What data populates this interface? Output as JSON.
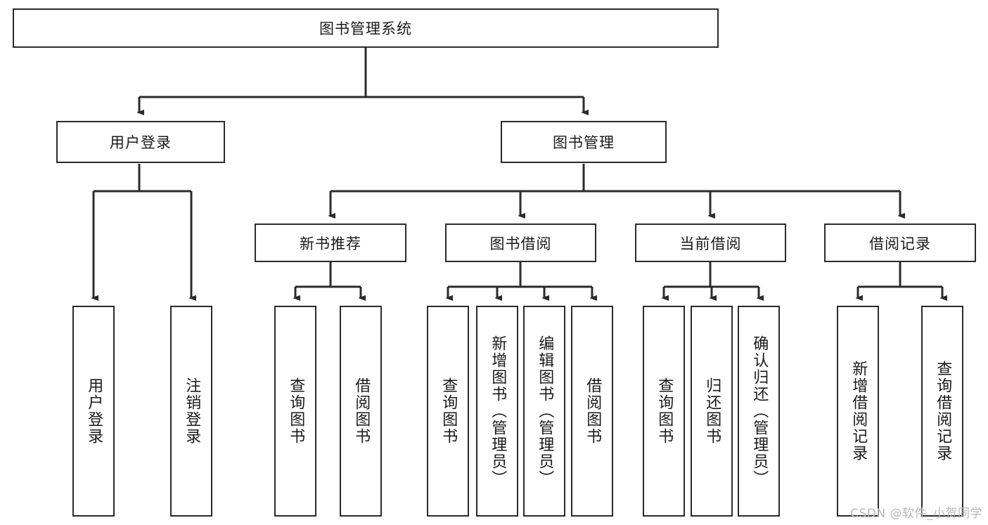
{
  "diagram": {
    "title": "图书管理系统",
    "type": "hierarchy-tree",
    "root": {
      "id": "root",
      "label": "图书管理系统"
    },
    "level2": [
      {
        "id": "user-login",
        "label": "用户登录"
      },
      {
        "id": "book-management",
        "label": "图书管理"
      }
    ],
    "level3": [
      {
        "id": "new-book-recommend",
        "label": "新书推荐",
        "parent": "book-management"
      },
      {
        "id": "book-borrow",
        "label": "图书借阅",
        "parent": "book-management"
      },
      {
        "id": "current-borrow",
        "label": "当前借阅",
        "parent": "book-management"
      },
      {
        "id": "borrow-record",
        "label": "借阅记录",
        "parent": "book-management"
      }
    ],
    "leaves": {
      "user_login": [
        {
          "id": "leaf-user-login",
          "label": "用户登录"
        },
        {
          "id": "leaf-logout",
          "label": "注销登录"
        }
      ],
      "new_book_recommend": [
        {
          "id": "leaf-query-books-1",
          "label": "查询图书"
        },
        {
          "id": "leaf-borrow-books-1",
          "label": "借阅图书"
        }
      ],
      "book_borrow": [
        {
          "id": "leaf-query-books-2",
          "label": "查询图书"
        },
        {
          "id": "leaf-add-book",
          "label": "新增图书（管理员）"
        },
        {
          "id": "leaf-edit-book",
          "label": "编辑图书（管理员）"
        },
        {
          "id": "leaf-borrow-books-2",
          "label": "借阅图书"
        }
      ],
      "current_borrow": [
        {
          "id": "leaf-query-books-3",
          "label": "查询图书"
        },
        {
          "id": "leaf-return-book",
          "label": "归还图书"
        },
        {
          "id": "leaf-confirm-return",
          "label": "确认归还（管理员）"
        }
      ],
      "borrow_record": [
        {
          "id": "leaf-add-record",
          "label": "新增借阅记录"
        },
        {
          "id": "leaf-query-record",
          "label": "查询借阅记录"
        }
      ]
    },
    "watermark": "CSDN @软件_小贺同学",
    "colors": {
      "stroke": "#2b2b2b",
      "fill": "#ffffff",
      "text": "#1a1a1a",
      "watermark": "#b9b9b9"
    }
  }
}
